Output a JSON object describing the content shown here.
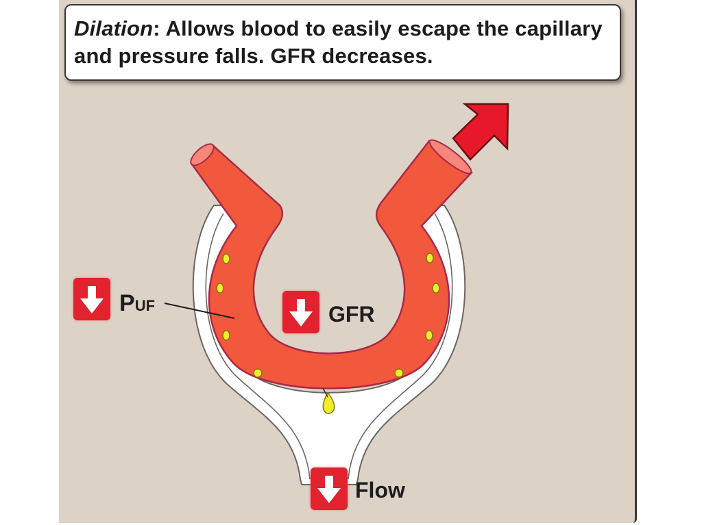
{
  "caption": {
    "term": "Dilation",
    "text": ": Allows blood to easily escape the capillary and pressure falls. GFR decreases."
  },
  "labels": {
    "puf_main": "P",
    "puf_sub": "UF",
    "gfr": "GFR",
    "flow": "Flow"
  },
  "indicators": [
    {
      "name": "PUF",
      "direction": "down"
    },
    {
      "name": "GFR",
      "direction": "down"
    },
    {
      "name": "Flow",
      "direction": "down"
    }
  ],
  "outflow_arrow": {
    "direction": "up-right"
  },
  "colors": {
    "background": "#dcd2c6",
    "vessel": "#f2583c",
    "vessel_outline": "#b02a4a",
    "badge": "#e2222e",
    "filtrate_drop": "#f2ec2a",
    "capsule": "#ffffff"
  }
}
